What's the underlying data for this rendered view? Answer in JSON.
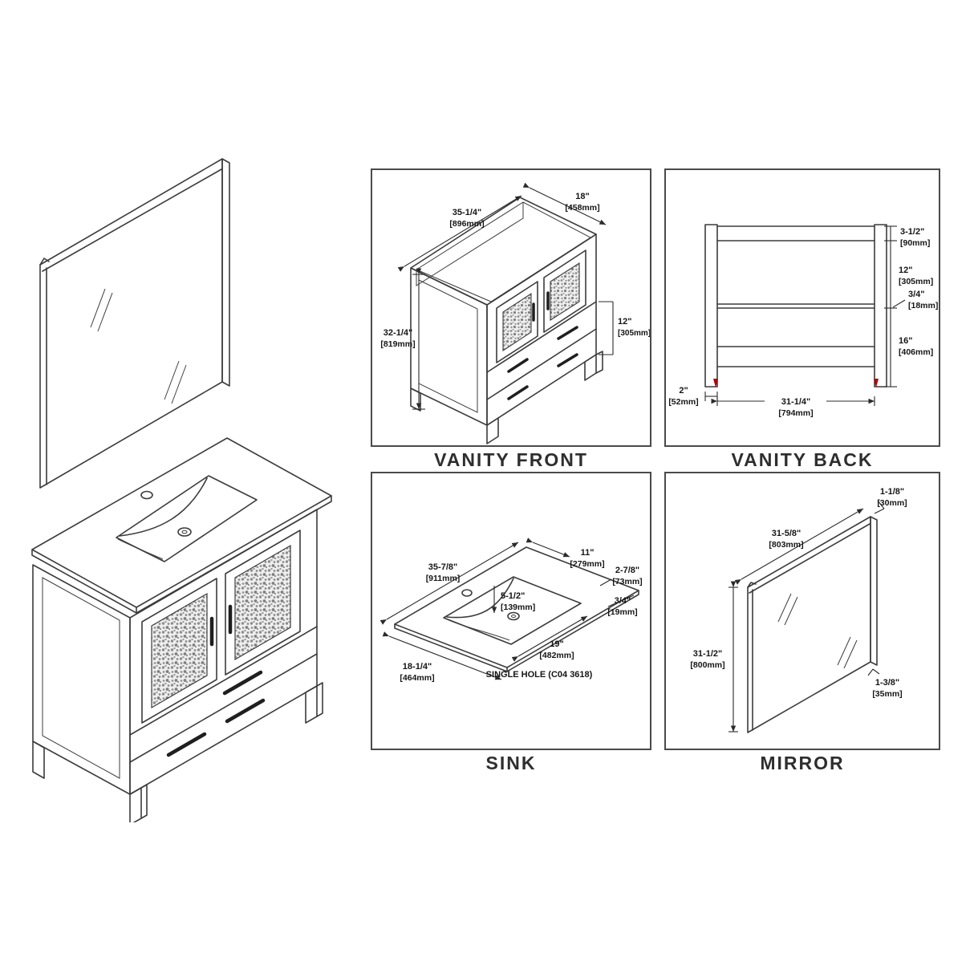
{
  "colors": {
    "line": "#3c3c3c",
    "accent_red": "#b30000",
    "text": "#151515"
  },
  "panels": {
    "vanity_front": {
      "label": "VANITY FRONT",
      "width_in": "35-1/4\"",
      "width_mm": "[896mm]",
      "depth_in": "18\"",
      "depth_mm": "[458mm]",
      "height_in": "32-1/4\"",
      "height_mm": "[819mm]",
      "drawer_in": "12\"",
      "drawer_mm": "[305mm]"
    },
    "vanity_back": {
      "label": "VANITY BACK",
      "toprail_in": "3-1/2\"",
      "toprail_mm": "[90mm]",
      "upper_in": "12\"",
      "upper_mm": "[305mm]",
      "board_in": "3/4\"",
      "board_mm": "[18mm]",
      "lower_in": "16\"",
      "lower_mm": "[406mm]",
      "leg_in": "2\"",
      "leg_mm": "[52mm]",
      "span_in": "31-1/4\"",
      "span_mm": "[794mm]"
    },
    "sink": {
      "label": "SINK",
      "width_in": "35-7/8\"",
      "width_mm": "[911mm]",
      "basin_depth_in": "11\"",
      "basin_depth_mm": "[279mm]",
      "ledge_in": "2-7/8\"",
      "ledge_mm": "[73mm]",
      "thick_in": "3/4\"",
      "thick_mm": "[19mm]",
      "faucet_in": "5-1/2\"",
      "faucet_mm": "[139mm]",
      "basin_width_in": "19\"",
      "basin_width_mm": "[482mm]",
      "depth_in": "18-1/4\"",
      "depth_mm": "[464mm]",
      "note": "SINGLE HOLE (C04 3618)"
    },
    "mirror": {
      "label": "MIRROR",
      "frame_in": "1-1/8\"",
      "frame_mm": "[30mm]",
      "width_in": "31-5/8\"",
      "width_mm": "[803mm]",
      "height_in": "31-1/2\"",
      "height_mm": "[800mm]",
      "thick_in": "1-3/8\"",
      "thick_mm": "[35mm]"
    }
  }
}
